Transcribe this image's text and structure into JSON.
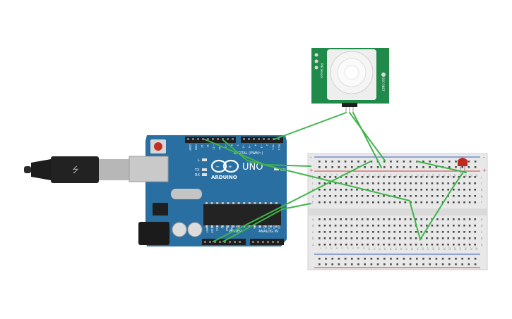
{
  "arduino": {
    "logo_text": "ARDUINO",
    "model": "UNO",
    "digital_label": "DIGITAL (PWM~)",
    "power_label": "POWER",
    "analog_label": "ANALOG IN",
    "led_l": "L",
    "led_tx": "TX",
    "led_rx": "RX",
    "led_on": "ON",
    "digital_pins": [
      "AREF",
      "GND",
      "13",
      "12",
      "~11",
      "~10",
      "~9",
      "8",
      "7",
      "~6",
      "~5",
      "4",
      "~3",
      "2",
      "TX 1",
      "RX 0"
    ],
    "power_pins": [
      "IOREF",
      "RESET",
      "3.3V",
      "5V",
      "GND",
      "GND",
      "Vin"
    ],
    "analog_pins": [
      "A0",
      "A1",
      "A2",
      "A3",
      "A4",
      "A5"
    ]
  },
  "pir_sensor": {
    "side_text_left": "PIR Sensor",
    "side_text_right": "SSC-5867"
  },
  "breadboard": {
    "column_numbers": [
      "1",
      "2",
      "3",
      "4",
      "5",
      "6",
      "7",
      "8",
      "9",
      "10",
      "11",
      "12",
      "13",
      "14",
      "15",
      "16",
      "17",
      "18",
      "19",
      "20",
      "21",
      "22",
      "23",
      "24",
      "25",
      "26",
      "27",
      "28",
      "29",
      "30"
    ],
    "row_letters_top": [
      "j",
      "i",
      "h",
      "g",
      "f"
    ],
    "row_letters_bottom": [
      "e",
      "d",
      "c",
      "b",
      "a"
    ],
    "rail_plus": "+",
    "rail_minus": "-"
  },
  "colors": {
    "board": "#2a6fa1",
    "pir": "#1f8a4a",
    "wire": "#3fb54a",
    "led": "#c0291f",
    "rail_red": "#d63c3c",
    "rail_blue": "#3a5ec8"
  }
}
